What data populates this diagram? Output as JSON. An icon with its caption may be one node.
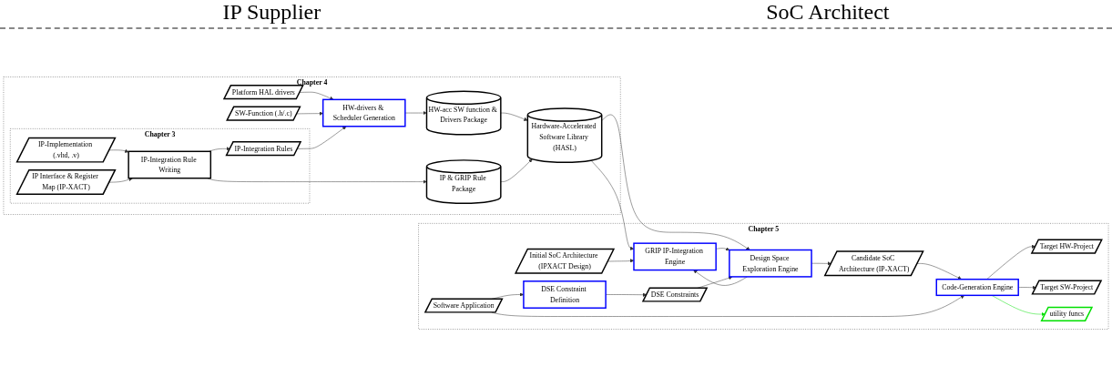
{
  "diagram": {
    "nodes": [
      {
        "text": [
          "Chapter 4"
        ]
      },
      {
        "text": [
          "Chapter 3"
        ],
        "in": 0
      },
      {
        "text": [
          "Platform HAL drivers"
        ],
        "in": 0
      },
      {
        "text": [
          "SW-Function (.h/.c)"
        ],
        "in": 0
      },
      {
        "text": [
          "HW-drivers & Scheduler Generation"
        ],
        "in": 0
      },
      {
        "text": [
          "HW-acc SW function & Drivers Package"
        ],
        "in": 0
      },
      {
        "text": [
          "IP-Integration Rules"
        ],
        "in": 1
      },
      {
        "text": [
          "Hardware-Accelerated Software Library (HASL)"
        ],
        "in": 0
      },
      {
        "text": [
          "IP-Implementation (.vhd, .v)"
        ],
        "in": 1
      },
      {
        "text": [
          "IP-Integration Rule Writing"
        ],
        "in": 1
      },
      {
        "text": [
          "IP & GRIP Rule Package"
        ],
        "in": 0
      },
      {
        "text": [
          "IP Interface & Register Map (IP-XACT)"
        ],
        "in": 1
      },
      {
        "text": [
          "Chapter 5"
        ]
      },
      {
        "text": [
          "Initial SoC Architecture (IPXACT Design)"
        ],
        "in": 12
      },
      {
        "text": [
          "Software Application"
        ],
        "in": 12
      },
      {
        "text": [
          "GRIP IP-Integration Engine"
        ],
        "in": 12
      },
      {
        "text": [
          "DSE Constraint Definition"
        ],
        "in": 12
      },
      {
        "text": [
          "Target HW-Project"
        ],
        "in": 12
      },
      {
        "text": [
          "Code-Generation Engine"
        ],
        "in": 12
      },
      {
        "text": [
          "Target SW-Project"
        ],
        "in": 12
      },
      {
        "text": [
          "DSE Constraints"
        ],
        "in": 12
      },
      {
        "text": [
          "Design Space Exploration Engine"
        ],
        "in": 12
      },
      {
        "text": [
          "Candidate SoC Architecture (IP-XACT)"
        ],
        "in": 12
      },
      {
        "text": [
          "utility funcs"
        ],
        "in": 12
      }
    ],
    "edges": [
      {
        "from": 2,
        "to": 4,
        "arrow": "to"
      },
      {
        "from": 3,
        "to": 4,
        "arrow": "to"
      },
      {
        "from": 6,
        "to": 4,
        "arrow": "to"
      },
      {
        "from": 4,
        "to": 5,
        "arrow": "to"
      },
      {
        "from": 5,
        "to": 7,
        "arrow": "to"
      },
      {
        "from": 10,
        "to": 7,
        "arrow": "to"
      },
      {
        "from": 8,
        "to": 9,
        "arrow": "to"
      },
      {
        "from": 11,
        "to": 9,
        "arrow": "to"
      },
      {
        "from": 9,
        "to": 6,
        "arrow": "to"
      },
      {
        "from": 9,
        "to": 10,
        "arrow": "to"
      },
      {
        "from": 7,
        "to": 15,
        "arrow": "to"
      },
      {
        "from": 7,
        "to": 21,
        "arrow": "to"
      },
      {
        "from": 13,
        "to": 15,
        "arrow": "to"
      },
      {
        "from": 15,
        "to": 21,
        "arrow": "to"
      },
      {
        "from": 21,
        "to": 15,
        "arrow": "to"
      },
      {
        "from": 14,
        "to": 16,
        "arrow": "to"
      },
      {
        "from": 16,
        "to": 20,
        "arrow": "to"
      },
      {
        "from": 20,
        "to": 21,
        "arrow": "to"
      },
      {
        "from": 21,
        "to": 22,
        "arrow": "to"
      },
      {
        "from": 22,
        "to": 18,
        "arrow": "to"
      },
      {
        "from": 14,
        "to": 18,
        "arrow": "to"
      },
      {
        "from": 18,
        "to": 17,
        "arrow": "to"
      },
      {
        "from": 18,
        "to": 19,
        "arrow": "to"
      },
      {
        "from": 18,
        "to": 23,
        "arrow": "to",
        "color": "#00e000"
      }
    ],
    "labels": [
      "IP Supplier",
      "SoC Architect"
    ]
  }
}
